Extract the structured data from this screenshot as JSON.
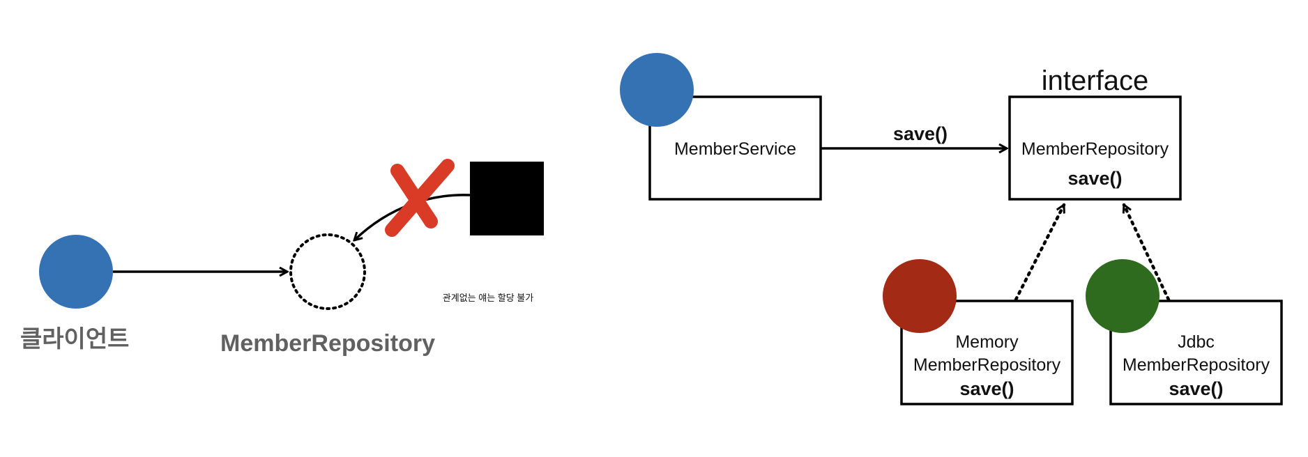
{
  "left": {
    "client_label": "클라이언트",
    "repo_label": "MemberRepository",
    "note": "관계없는 얘는 할당 불가"
  },
  "right": {
    "service_label": "MemberService",
    "call_label": "save()",
    "interface_label": "interface",
    "repo_interface": {
      "name": "MemberRepository",
      "method": "save()"
    },
    "memory_repo": {
      "line1": "Memory",
      "line2": "MemberRepository",
      "method": "save()"
    },
    "jdbc_repo": {
      "line1": "Jdbc",
      "line2": "MemberRepository",
      "method": "save()"
    }
  },
  "colors": {
    "blue": "#3572b4",
    "red": "#a32a14",
    "green": "#2e6b1e",
    "cross": "#d93b26",
    "gray_text": "#616161"
  }
}
